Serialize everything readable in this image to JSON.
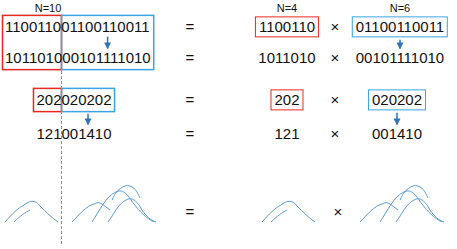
{
  "diagram": {
    "nodes": [
      {
        "text": [
          "1100110"
        ]
      },
      {
        "text": [
          "01100110011"
        ]
      },
      {
        "text": [
          "202"
        ]
      },
      {
        "text": [
          "020202"
        ]
      }
    ],
    "labels": [
      "N=10",
      "N=4",
      "N=6",
      "110011001100110011",
      "=",
      "×",
      "101101000101111010",
      "=",
      "1011010",
      "×",
      "00101111010",
      "202020202",
      "=",
      "×",
      "121001410",
      "=",
      "121",
      "×",
      "001410",
      "=",
      "×"
    ]
  }
}
